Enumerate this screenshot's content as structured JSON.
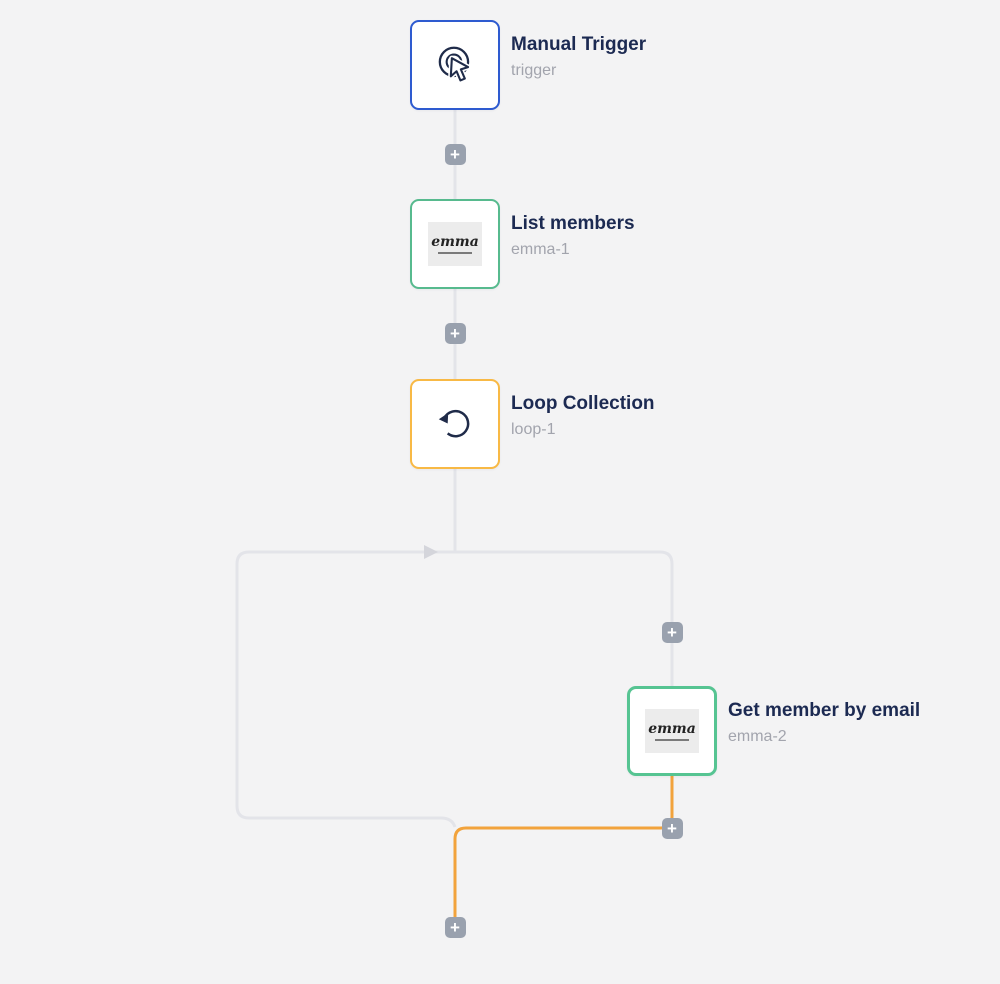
{
  "canvas": {
    "background": "#f3f3f4"
  },
  "workflow": {
    "nodes": [
      {
        "key": "manual-trigger",
        "title": "Manual Trigger",
        "subtitle": "trigger",
        "icon": "manual-trigger-icon",
        "border_color": "#2e5bd0",
        "selected": false
      },
      {
        "key": "list-members",
        "title": "List members",
        "subtitle": "emma-1",
        "icon": "emma-logo",
        "logo_text": "emma",
        "border_color": "#57ba8e",
        "selected": false
      },
      {
        "key": "loop-collection",
        "title": "Loop Collection",
        "subtitle": "loop-1",
        "icon": "loop-icon",
        "border_color": "#f8b945",
        "selected": false
      },
      {
        "key": "get-member-by-email",
        "title": "Get member by email",
        "subtitle": "emma-2",
        "icon": "emma-logo",
        "logo_text": "emma",
        "border_color": "#56c492",
        "selected": true
      }
    ],
    "connectors": {
      "add_step_label": "+",
      "line_color": "#e3e4e9",
      "active_line_color": "#f2a33c",
      "plus_background": "#99a1ae",
      "arrow_color": "#d4d5db"
    }
  }
}
